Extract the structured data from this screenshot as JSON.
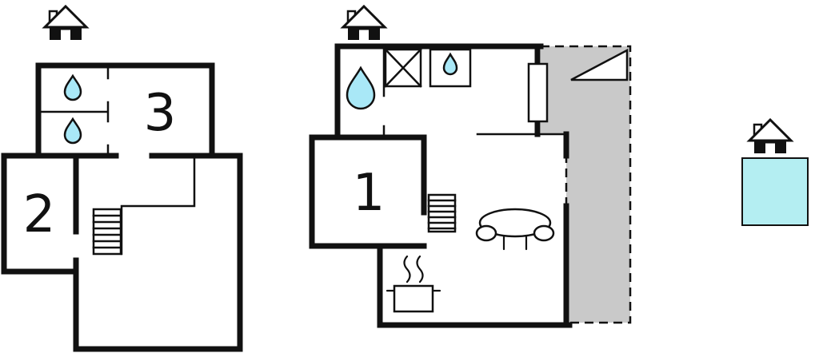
{
  "floorplan": {
    "rooms": {
      "room1": {
        "label": "1"
      },
      "room2": {
        "label": "2"
      },
      "room3": {
        "label": "3"
      }
    },
    "colors": {
      "water": "#a9e8f7",
      "terrace": "#c9c9c9",
      "pool": "#b4eef2"
    }
  }
}
